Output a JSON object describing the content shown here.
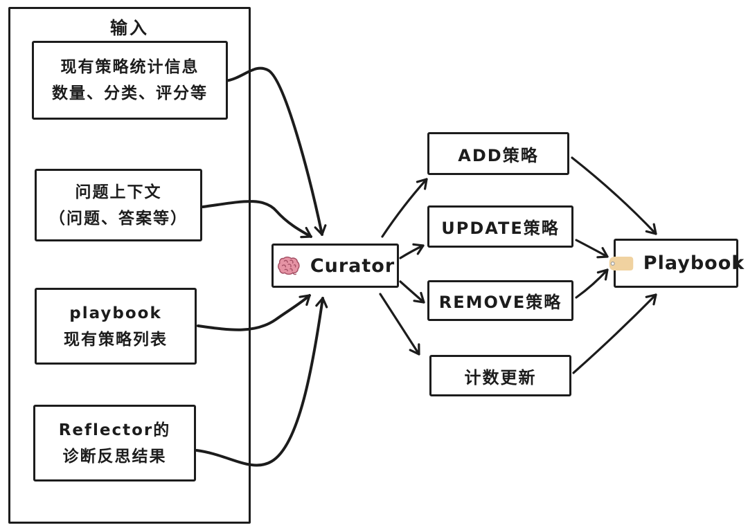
{
  "input_panel": {
    "title": "输入",
    "items": [
      {
        "line1": "现有策略统计信息",
        "line2": "数量、分类、评分等"
      },
      {
        "line1": "问题上下文",
        "line2": "（问题、答案等）"
      },
      {
        "line1": "playbook",
        "line2": "现有策略列表"
      },
      {
        "line1": "Reflector的",
        "line2": "诊断反思结果"
      }
    ]
  },
  "curator_node": {
    "label": "Curator",
    "icon": "brain-icon"
  },
  "action_nodes": [
    {
      "label": "ADD策略"
    },
    {
      "label": "UPDATE策略"
    },
    {
      "label": "REMOVE策略"
    },
    {
      "label": "计数更新"
    }
  ],
  "playbook_node": {
    "label": "Playbook",
    "icon": "tag-icon"
  },
  "style": {
    "stroke_color": "#1c1c1c",
    "background_color": "#ffffff",
    "brain_pink": "#e593a4",
    "brain_outline": "#a24d62",
    "tag_tan": "#f0d2a0",
    "tag_hole_fill": "#ffffff",
    "tag_hole_ring": "#9b9b9b"
  }
}
